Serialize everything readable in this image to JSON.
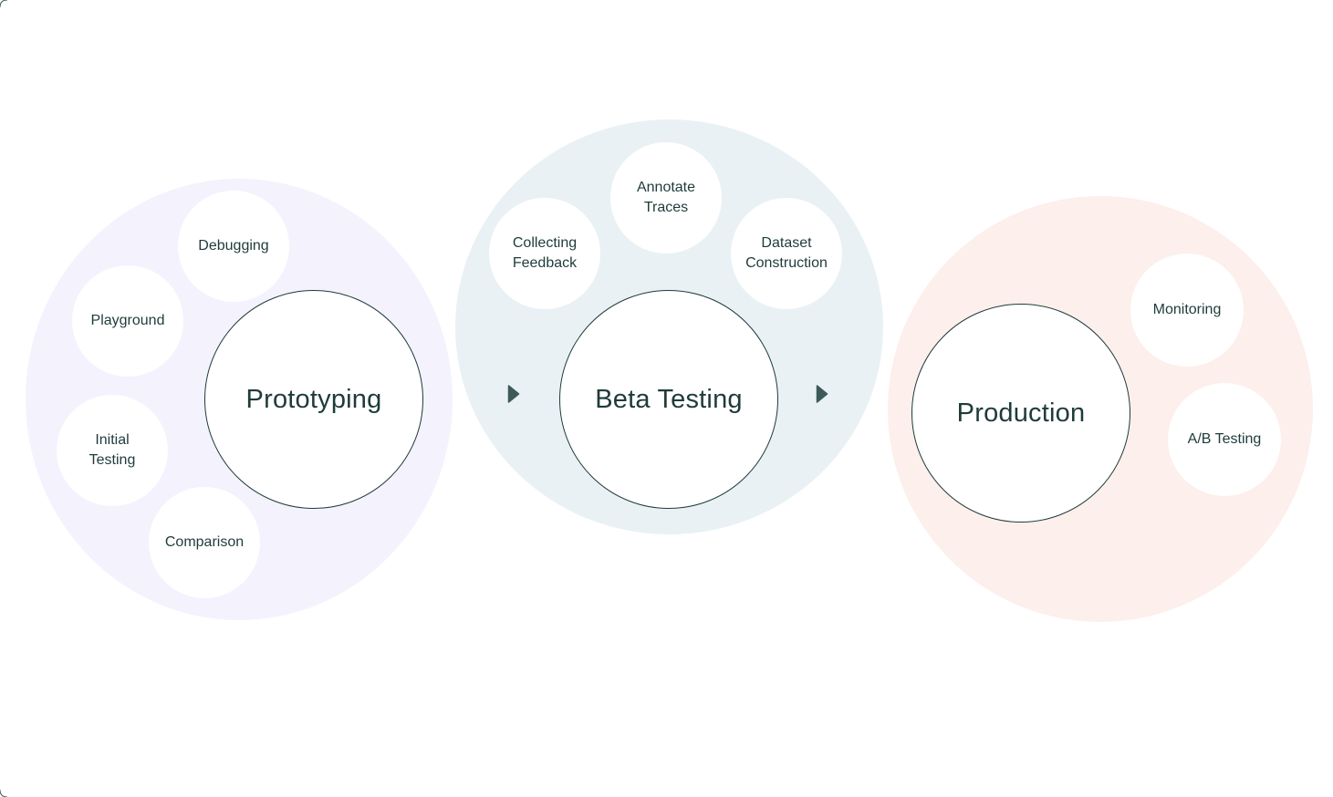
{
  "colors": {
    "prototyping_bg": "#f4f2fd",
    "beta_bg": "#e9f1f4",
    "production_bg": "#fcefec",
    "ink": "#1f3b3a",
    "arrow": "#3d5a59"
  },
  "stages": {
    "prototyping": {
      "label": "Prototyping",
      "activities": {
        "debugging": "Debugging",
        "playground": "Playground",
        "initial_testing": "Initial\nTesting",
        "comparison": "Comparison"
      }
    },
    "beta_testing": {
      "label": "Beta Testing",
      "activities": {
        "collecting_feedback": "Collecting\nFeedback",
        "annotate_traces": "Annotate\nTraces",
        "dataset_construction": "Dataset\nConstruction"
      }
    },
    "production": {
      "label": "Production",
      "activities": {
        "monitoring": "Monitoring",
        "ab_testing": "A/B Testing"
      }
    }
  },
  "icons": {
    "arrow_1": "triangle-right-icon",
    "arrow_2": "triangle-right-icon"
  }
}
